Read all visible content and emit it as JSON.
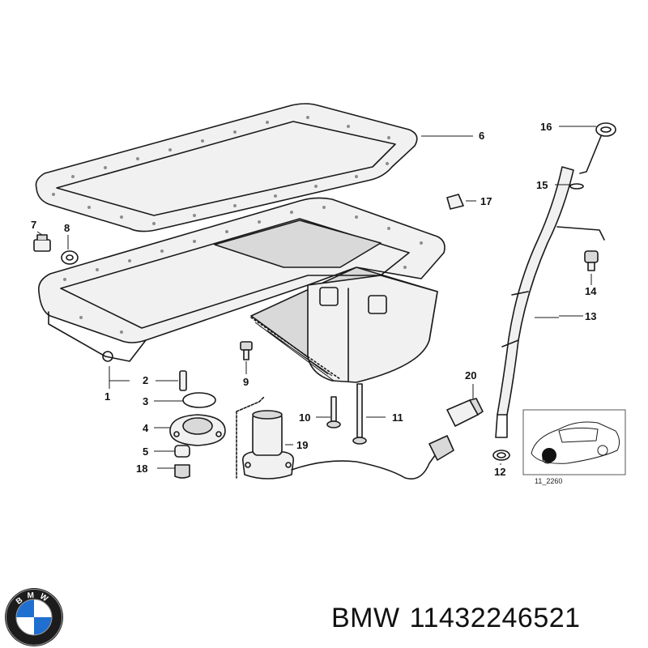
{
  "diagram": {
    "callouts": [
      {
        "id": "c1",
        "label": "1"
      },
      {
        "id": "c2",
        "label": "2"
      },
      {
        "id": "c3",
        "label": "3"
      },
      {
        "id": "c4",
        "label": "4"
      },
      {
        "id": "c5",
        "label": "5"
      },
      {
        "id": "c6",
        "label": "6"
      },
      {
        "id": "c7",
        "label": "7"
      },
      {
        "id": "c8",
        "label": "8"
      },
      {
        "id": "c9",
        "label": "9"
      },
      {
        "id": "c10",
        "label": "10"
      },
      {
        "id": "c11",
        "label": "11"
      },
      {
        "id": "c12",
        "label": "12"
      },
      {
        "id": "c13",
        "label": "13"
      },
      {
        "id": "c14",
        "label": "14"
      },
      {
        "id": "c15",
        "label": "15"
      },
      {
        "id": "c16",
        "label": "16"
      },
      {
        "id": "c17",
        "label": "17"
      },
      {
        "id": "c18",
        "label": "18"
      },
      {
        "id": "c19",
        "label": "19"
      },
      {
        "id": "c20",
        "label": "20"
      }
    ],
    "inset_code": "11_2260"
  },
  "footer": {
    "brand": "BMW",
    "part_number": "11432246521",
    "logo_letters": "BMW"
  }
}
